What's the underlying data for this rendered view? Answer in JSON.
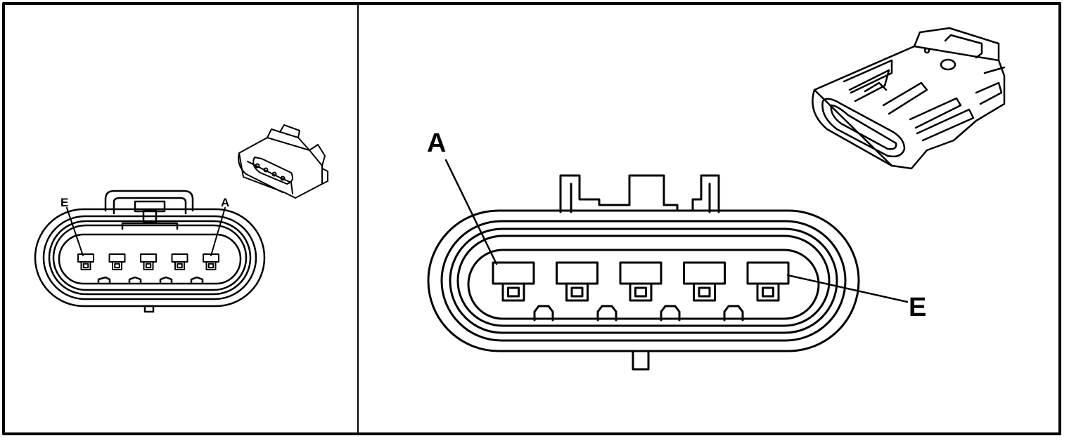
{
  "colors": {
    "ink": "#000000",
    "paper": "#ffffff"
  },
  "left_panel": {
    "labels": {
      "first": "E",
      "last": "A"
    },
    "cavities": 5
  },
  "right_panel": {
    "labels": {
      "first": "A",
      "last": "E"
    },
    "cavities": 5
  }
}
